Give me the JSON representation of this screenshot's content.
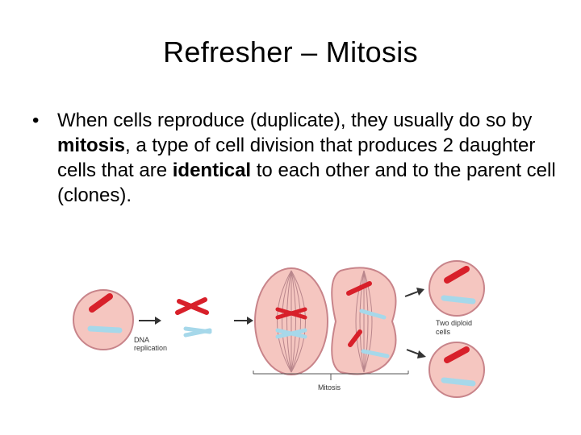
{
  "slide": {
    "title": "Refresher – Mitosis",
    "bullet_symbol": "•",
    "bullet": {
      "part1": "When cells reproduce (duplicate), they usually do so by ",
      "term1": "mitosis",
      "part2": ", a type of cell division that produces 2 daughter cells that are ",
      "term2": "identical",
      "part3": " to each other and to the parent cell (clones)."
    }
  },
  "diagram": {
    "labels": {
      "dna_line1": "DNA",
      "dna_line2": "replication",
      "diploid_line1": "Two diploid",
      "diploid_line2": "cells",
      "mitosis": "Mitosis"
    },
    "colors": {
      "cell_fill": "#f5c6c0",
      "cell_stroke": "#c8848a",
      "chromosome_red": "#d8202a",
      "chromosome_blue": "#a6d8ea",
      "spindle": "#b9868c",
      "arrow": "#333333"
    }
  }
}
